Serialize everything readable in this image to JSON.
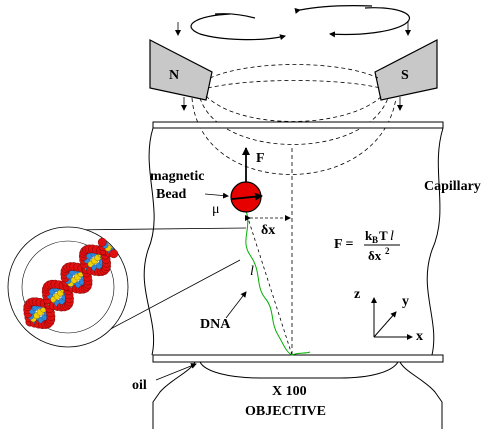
{
  "labels": {
    "north_pole": "N",
    "south_pole": "S",
    "force": "F",
    "bead_line1": "magnetic",
    "bead_line2": "Bead",
    "mu": "μ",
    "capillary": "Capillary",
    "delta_x": "δx",
    "length": "l",
    "dna": "DNA",
    "oil": "oil",
    "magnification": "X 100",
    "objective": "OBJECTIVE"
  },
  "formula": {
    "lhs": "F =",
    "numerator_k": "k",
    "numerator_sub": "B",
    "numerator_rest": "T",
    "numerator_l": "l",
    "denominator": "δx",
    "denominator_exp": "2"
  },
  "axes": {
    "z": "z",
    "y": "y",
    "x": "x"
  },
  "colors": {
    "magnet": "#c8c8c8",
    "bead": "#e60000",
    "dna_strand": "#00b000",
    "helix_red": "#e01010",
    "helix_blue": "#2a8ae0",
    "helix_yellow": "#f0d000"
  },
  "icons": [
    "rotation-arrow-icon",
    "force-arrow-icon",
    "moment-arrow-icon"
  ]
}
